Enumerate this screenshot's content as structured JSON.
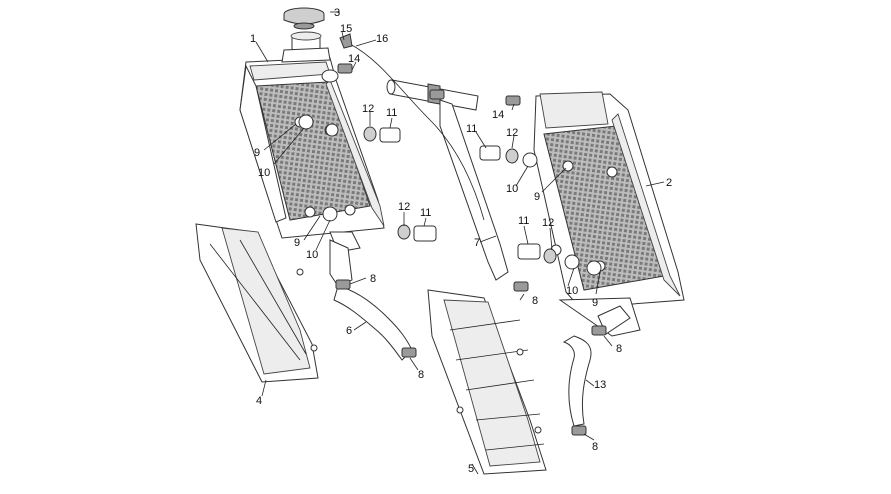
{
  "labels": [
    {
      "id": "l1",
      "text": "1"
    },
    {
      "id": "l2",
      "text": "2"
    },
    {
      "id": "l3",
      "text": "3"
    },
    {
      "id": "l4",
      "text": "4"
    },
    {
      "id": "l5",
      "text": "5"
    },
    {
      "id": "l6",
      "text": "6"
    },
    {
      "id": "l7",
      "text": "7"
    },
    {
      "id": "l8a",
      "text": "8"
    },
    {
      "id": "l8b",
      "text": "8"
    },
    {
      "id": "l8c",
      "text": "8"
    },
    {
      "id": "l8d",
      "text": "8"
    },
    {
      "id": "l8e",
      "text": "8"
    },
    {
      "id": "l9a",
      "text": "9"
    },
    {
      "id": "l9b",
      "text": "9"
    },
    {
      "id": "l9c",
      "text": "9"
    },
    {
      "id": "l9d",
      "text": "9"
    },
    {
      "id": "l10a",
      "text": "10"
    },
    {
      "id": "l10b",
      "text": "10"
    },
    {
      "id": "l10c",
      "text": "10"
    },
    {
      "id": "l10d",
      "text": "10"
    },
    {
      "id": "l11a",
      "text": "11"
    },
    {
      "id": "l11b",
      "text": "11"
    },
    {
      "id": "l11c",
      "text": "11"
    },
    {
      "id": "l11d",
      "text": "11"
    },
    {
      "id": "l12a",
      "text": "12"
    },
    {
      "id": "l12b",
      "text": "12"
    },
    {
      "id": "l12c",
      "text": "12"
    },
    {
      "id": "l12d",
      "text": "12"
    },
    {
      "id": "l13",
      "text": "13"
    },
    {
      "id": "l14a",
      "text": "14"
    },
    {
      "id": "l14b",
      "text": "14"
    },
    {
      "id": "l15",
      "text": "15"
    },
    {
      "id": "l16",
      "text": "16"
    }
  ],
  "colors": {
    "ink": "#222222",
    "paper": "#ffffff",
    "core": "#9a9a9a",
    "shade": "#cfcfcf"
  }
}
